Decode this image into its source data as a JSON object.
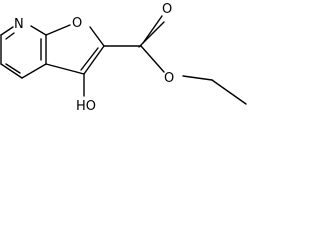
{
  "molecule": {
    "atom_labels": {
      "pyridine_nitrogen": "N",
      "ring_oxygen": "O",
      "carbonyl_oxygen": "O",
      "ester_oxygen": "O",
      "hydroxyl": "HO"
    },
    "colors": {
      "bond": "#000000",
      "label": "#000000",
      "background": "#ffffff"
    }
  }
}
